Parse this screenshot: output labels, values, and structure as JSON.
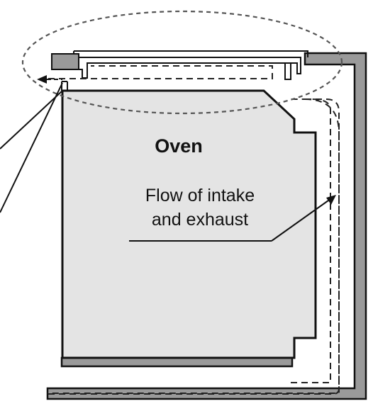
{
  "diagram": {
    "title": "Oven",
    "flow_label_line1": "Flow of intake",
    "flow_label_line2": "and exhaust"
  },
  "colors": {
    "oven_fill": "#e4e4e4",
    "outline": "#111111",
    "wall_fill": "#9a9a9a",
    "vent_fill": "#9a9a9a",
    "dashed": "#222222"
  }
}
